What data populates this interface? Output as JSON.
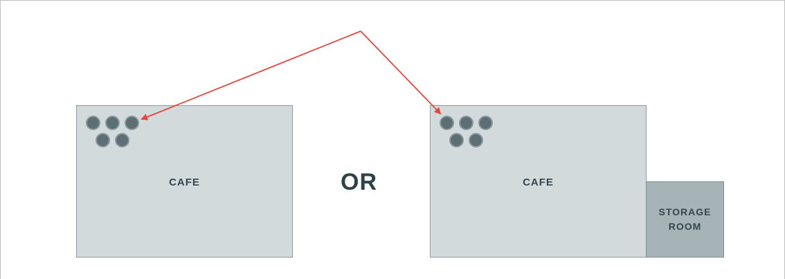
{
  "diagram": {
    "option_left": {
      "room_label": "CAFE"
    },
    "separator": "OR",
    "option_right": {
      "room_label": "CAFE",
      "storage_label_line1": "STORAGE",
      "storage_label_line2": "ROOM"
    },
    "colors": {
      "room_fill": "#d2dadc",
      "storage_fill": "#a6b3b7",
      "table_fill": "#5d6f74",
      "arrow": "#e5473f",
      "text": "#34474d"
    },
    "icons": [
      "table-cluster-icon",
      "arrow-icon"
    ]
  }
}
